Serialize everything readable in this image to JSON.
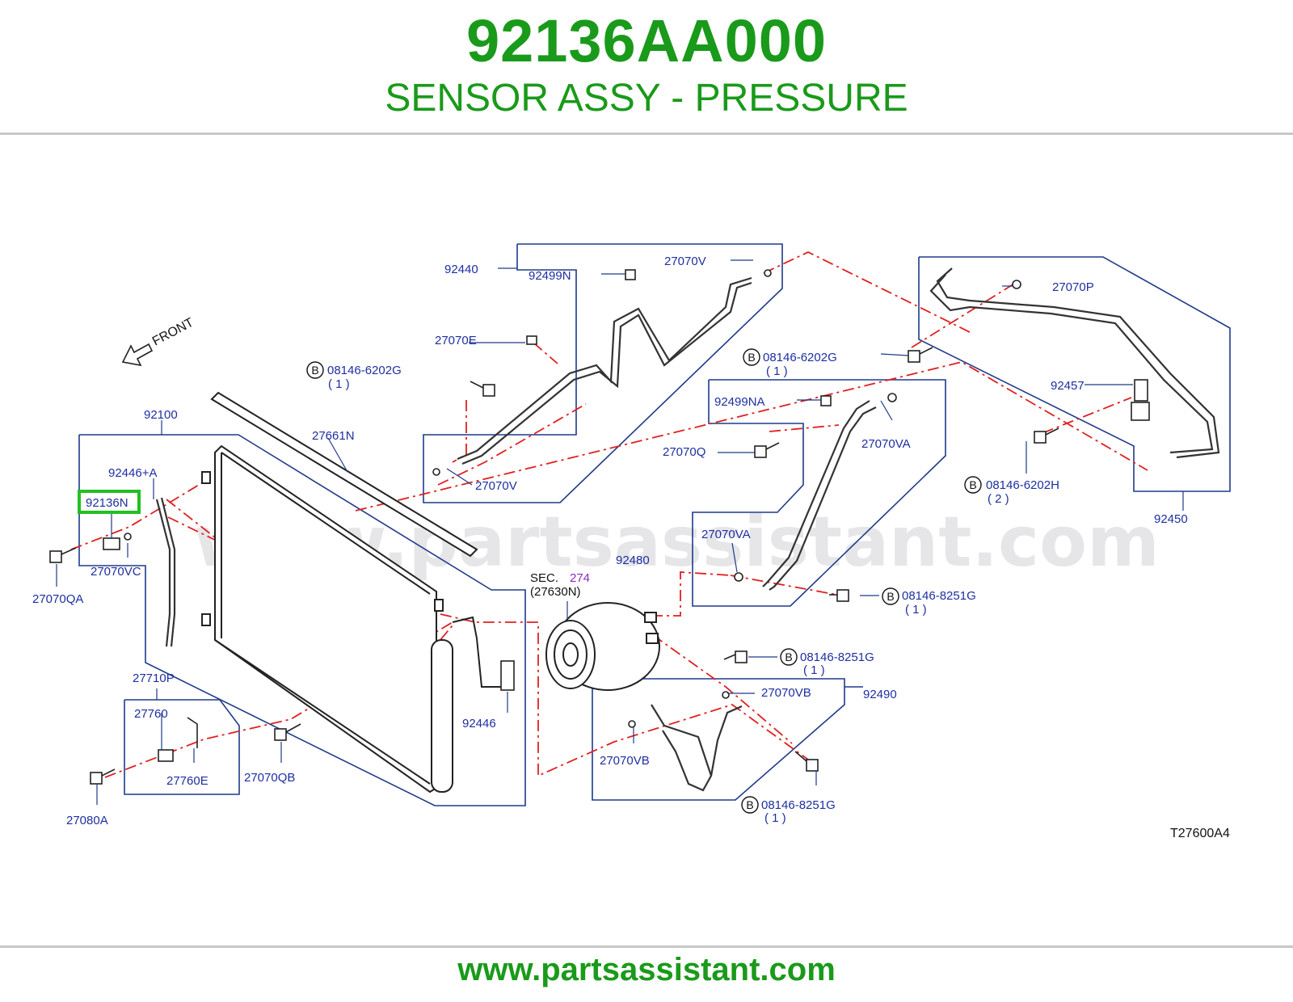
{
  "header": {
    "part_number": "92136AA000",
    "part_title": "SENSOR ASSY - PRESSURE"
  },
  "footer": {
    "url": "www.partsassistant.com"
  },
  "diagram": {
    "watermark": "www.partsassistant.com",
    "diagram_code": "T27600A4",
    "front_label": "FRONT",
    "highlighted_part": "92136N",
    "highlight_color": "#22c022",
    "label_color": "#1e2fa0",
    "dash_color": "#e02020",
    "sec_label": "SEC.",
    "sec_number": "274",
    "sec_sub": "(27630N)",
    "bolt_badge": "B",
    "labels": {
      "p92440": "92440",
      "p92499N": "92499N",
      "p27070V_top": "27070V",
      "p27070E": "27070E",
      "p08146_6202G_a": "08146-6202G",
      "q1_a": "( 1 )",
      "p08146_6202G_b": "08146-6202G",
      "q1_b": "( 1 )",
      "p27070P": "27070P",
      "p92457": "92457",
      "p08146_6202H": "08146-6202H",
      "q2": "( 2 )",
      "p92450": "92450",
      "p92499NA": "92499NA",
      "p27070Q": "27070Q",
      "p27070VA_a": "27070VA",
      "p27070VA_b": "27070VA",
      "p92480": "92480",
      "p08146_8251G_a": "08146-8251G",
      "q1_c": "( 1 )",
      "p08146_8251G_b": "08146-8251G",
      "q1_d": "( 1 )",
      "p27070VB_a": "27070VB",
      "p92490": "92490",
      "p27070VB_b": "27070VB",
      "p08146_8251G_c": "08146-8251G",
      "q1_e": "( 1 )",
      "p92100": "92100",
      "p27661N": "27661N",
      "p27070V_low": "27070V",
      "p92446A": "92446+A",
      "p92136N": "92136N",
      "p27070VC": "27070VC",
      "p27070QA": "27070QA",
      "p27710P": "27710P",
      "p27760": "27760",
      "p27760E": "27760E",
      "p27080A": "27080A",
      "p27070QB": "27070QB",
      "p92446": "92446"
    }
  }
}
